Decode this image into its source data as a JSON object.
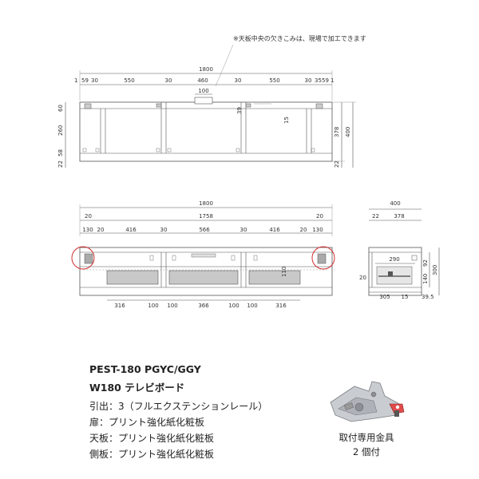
{
  "note": "※天板中央の欠きこみは、現場で加工できます",
  "top_view": {
    "width": "1800",
    "segments": [
      "1",
      "59",
      "30",
      "550",
      "30",
      "460",
      "30",
      "550",
      "30",
      "35",
      "59",
      "1"
    ],
    "notch": "100",
    "inner_39": "39",
    "inner_15": "15",
    "left_dims": [
      "60",
      "260",
      "58",
      "22"
    ],
    "right_dims": [
      "378",
      "400",
      "22"
    ]
  },
  "front_view": {
    "width": "1800",
    "inner": "1758",
    "edge_left": "20",
    "edge_right": "20",
    "segments": [
      "130",
      "20",
      "416",
      "30",
      "566",
      "30",
      "416",
      "20",
      "130"
    ],
    "bottom_dims": [
      "316",
      "100",
      "100",
      "366",
      "100",
      "100",
      "316"
    ],
    "drawer_h": "110"
  },
  "side_view": {
    "depth": "400",
    "top_dims": [
      "22",
      "378"
    ],
    "inner_depth": "290",
    "dims_lower": [
      "305",
      "15",
      "39.5"
    ],
    "left_20": "20",
    "right_dims": [
      "92",
      "140",
      "300"
    ]
  },
  "specs": {
    "model": "PEST-180 PGYC/GGY",
    "name": "W180 テレビボード",
    "drawer": "引出：3（フルエクステンションレール）",
    "door": "扉：プリント強化紙化粧板",
    "top": "天板：プリント強化紙化粧板",
    "side": "側板：プリント強化紙化粧板"
  },
  "bracket": {
    "label": "取付専用金具",
    "count": "2 個付"
  }
}
